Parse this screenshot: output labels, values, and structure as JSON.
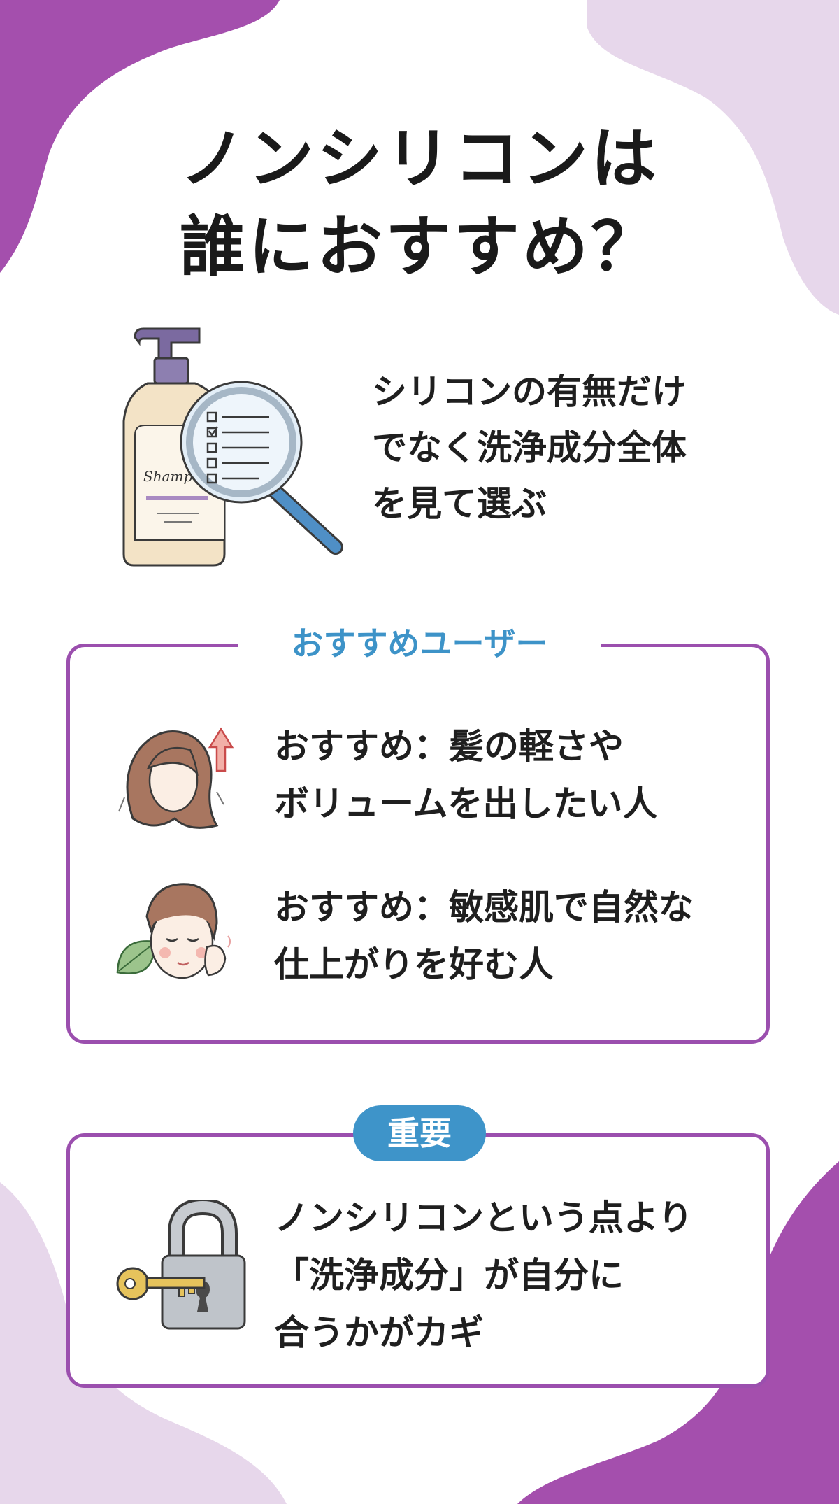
{
  "title": {
    "line1": "ノンシリコンは",
    "line2": "誰におすすめ？"
  },
  "intro": {
    "illustration_label": "Shamp",
    "lines": [
      "シリコンの有無だけ",
      "でなく洗浄成分全体",
      "を見て選ぶ"
    ]
  },
  "recommend_section": {
    "label": "おすすめユーザー",
    "items": [
      {
        "icon": "hair-volume-icon",
        "lines": [
          "おすすめ：髪の軽さや",
          "ボリュームを出したい人"
        ]
      },
      {
        "icon": "sensitive-skin-icon",
        "lines": [
          "おすすめ：敏感肌で自然な",
          "仕上がりを好む人"
        ]
      }
    ]
  },
  "important_section": {
    "badge": "重要",
    "icon": "lock-key-icon",
    "lines": [
      "ノンシリコンという点より",
      "「洗浄成分」が自分に",
      "合うかがカギ"
    ]
  },
  "colors": {
    "accent_purple": "#9b4fae",
    "light_purple": "#e6d6ea",
    "accent_blue": "#3e94c9"
  }
}
